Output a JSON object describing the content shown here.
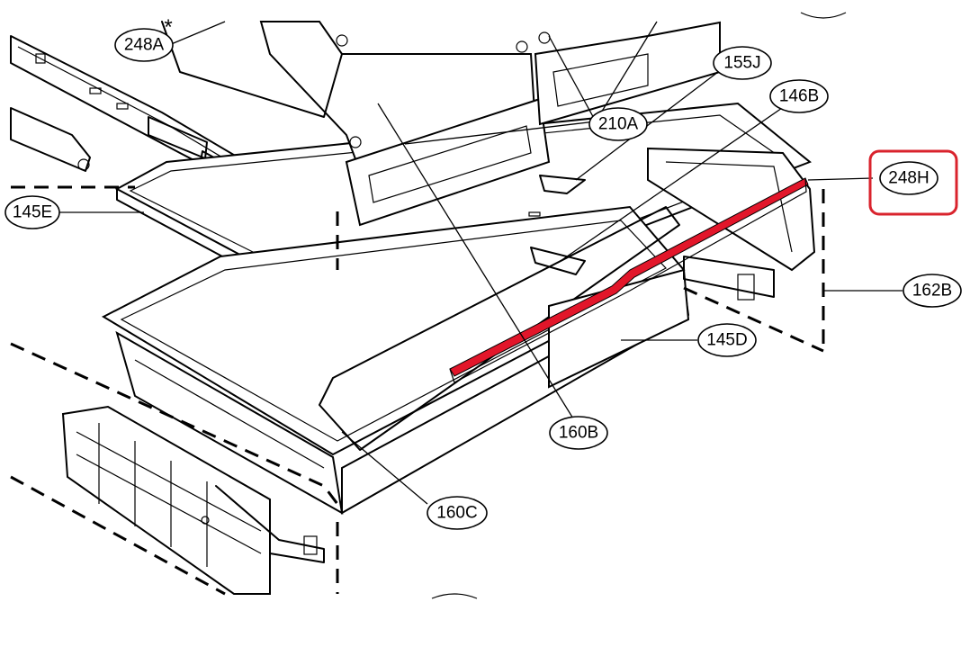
{
  "diagram": {
    "callouts": [
      {
        "id": "248A",
        "label": "248A"
      },
      {
        "id": "155J",
        "label": "155J"
      },
      {
        "id": "146B",
        "label": "146B"
      },
      {
        "id": "210A",
        "label": "210A"
      },
      {
        "id": "248H",
        "label": "248H",
        "highlighted": true
      },
      {
        "id": "145E",
        "label": "145E"
      },
      {
        "id": "162B",
        "label": "162B"
      },
      {
        "id": "145D",
        "label": "145D"
      },
      {
        "id": "160B",
        "label": "160B"
      },
      {
        "id": "160C",
        "label": "160C"
      }
    ],
    "asterisk": "*",
    "highlight_color": "#d9232d",
    "part_color": "#e2162a"
  }
}
